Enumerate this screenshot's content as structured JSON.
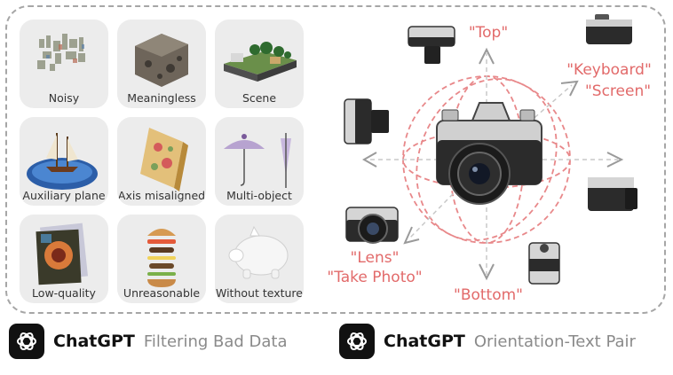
{
  "filter_panel": {
    "tiles": [
      {
        "label": "Noisy"
      },
      {
        "label": "Meaningless"
      },
      {
        "label": "Scene"
      },
      {
        "label": "Auxiliary plane"
      },
      {
        "label": "Axis misaligned"
      },
      {
        "label": "Multi-object"
      },
      {
        "label": "Low-quality"
      },
      {
        "label": "Unreasonable"
      },
      {
        "label": "Without texture"
      }
    ]
  },
  "orientation_panel": {
    "labels": {
      "top": "\"Top\"",
      "keyboard": "\"Keyboard\"",
      "screen": "\"Screen\"",
      "lens": "\"Lens\"",
      "take_photo": "\"Take Photo\"",
      "bottom": "\"Bottom\""
    }
  },
  "footer": {
    "left": {
      "brand": "ChatGPT",
      "task": "Filtering Bad Data"
    },
    "right": {
      "brand": "ChatGPT",
      "task": "Orientation-Text Pair"
    }
  },
  "colors": {
    "accent": "#e26a6a",
    "frame": "#a6a6a6",
    "tile_bg": "#ececec"
  }
}
